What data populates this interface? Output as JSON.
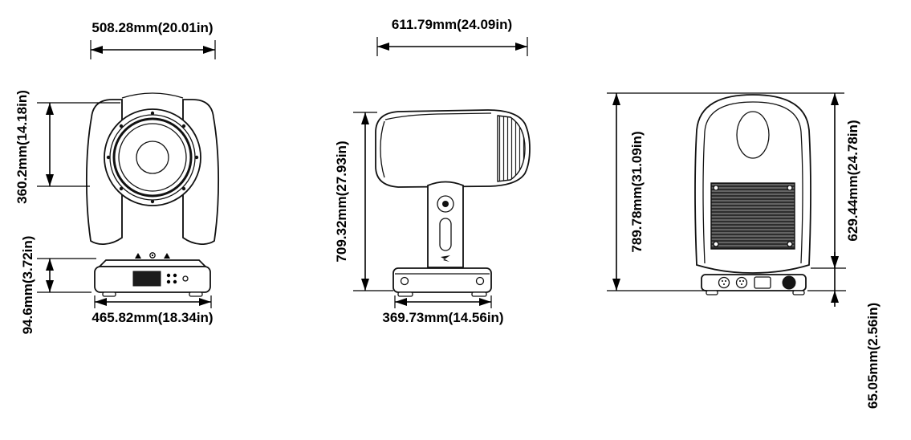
{
  "figure": {
    "views": {
      "front": {
        "dim_top_width": "508.28mm(20.01in)",
        "dim_head_height": "360.2mm(14.18in)",
        "dim_base_height": "94.6mm(3.72in)",
        "dim_bottom_width": "465.82mm(18.34in)"
      },
      "side": {
        "dim_top_width": "611.79mm(24.09in)",
        "dim_height": "709.32mm(27.93in)",
        "dim_bottom_width": "369.73mm(14.56in)"
      },
      "rear": {
        "dim_total_height": "789.78mm(31.09in)",
        "dim_head_height": "629.44mm(24.78in)",
        "dim_base_height": "65.05mm(2.56in)"
      }
    }
  }
}
